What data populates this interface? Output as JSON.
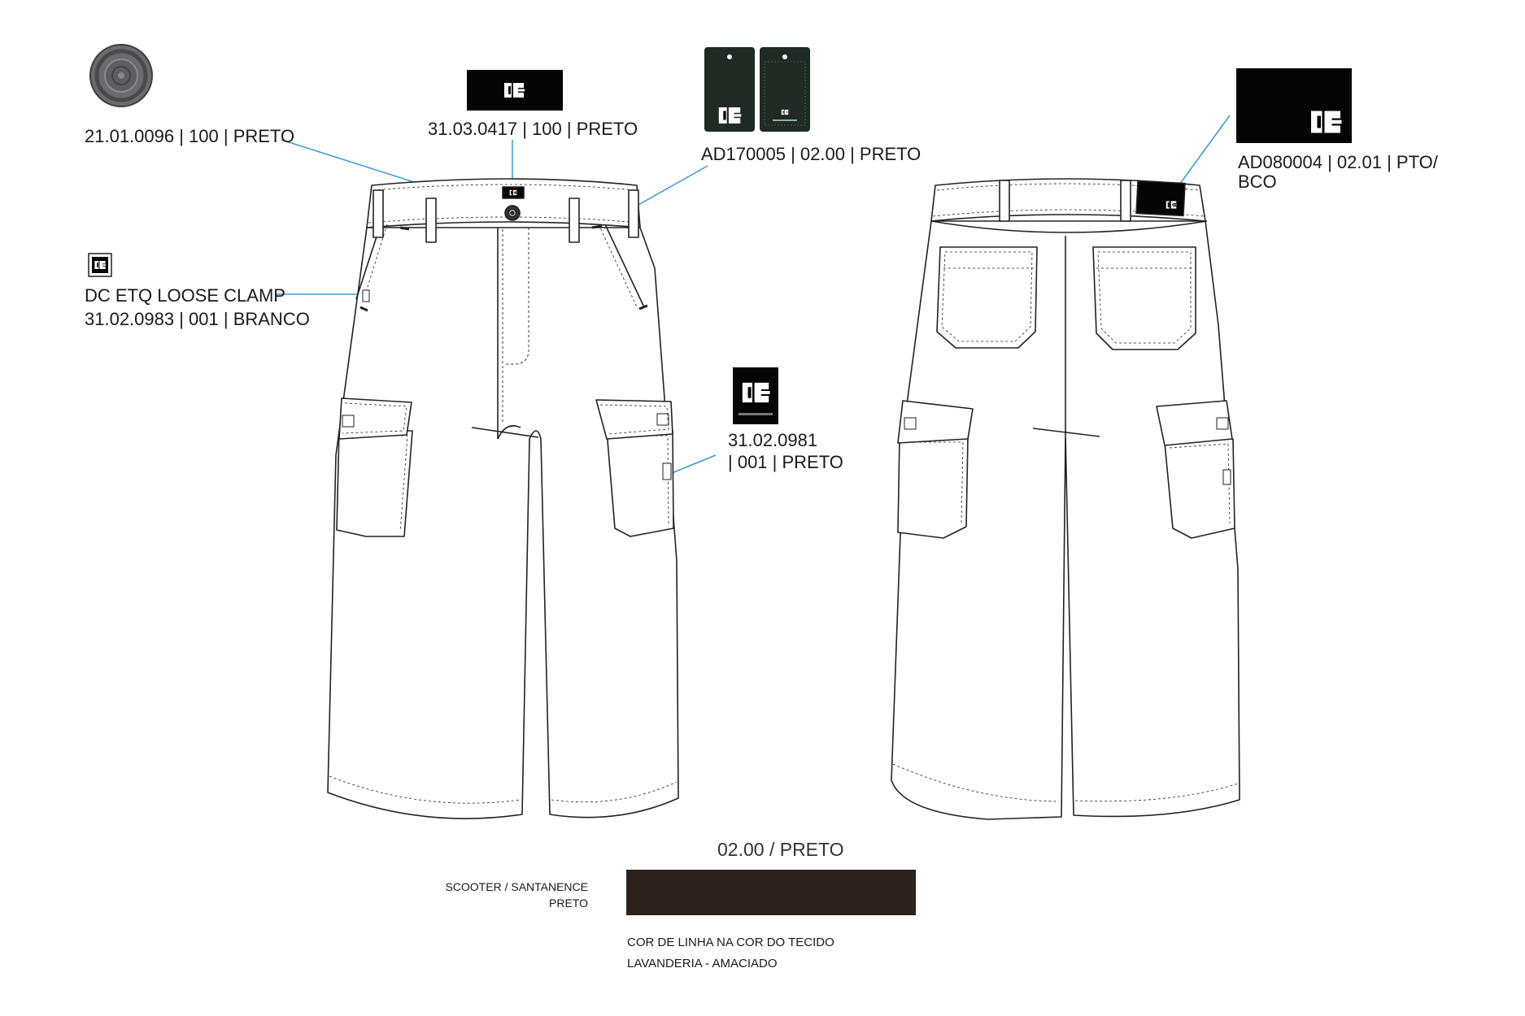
{
  "trims": {
    "button_label": "21.01.0096 | 100 | PRETO",
    "waist_label": "31.03.0417 | 100 | PRETO",
    "hangtag_label": "AD170005 | 02.00 | PRETO",
    "leather_label_line1": "AD080004 | 02.01 | PTO/",
    "leather_label_line2": "BCO",
    "clamp_label_line1": "DC ETQ LOOSE CLAMP",
    "clamp_label_line2": "31.02.0983 | 001 | BRANCO",
    "pocket_label_line1": "31.02.0981",
    "pocket_label_line2": "| 001 | PRETO"
  },
  "colorway": {
    "title": "02.00 / PRETO",
    "fabric_line1": "SCOOTER / SANTANENCE",
    "fabric_line2": "PRETO",
    "note_line1": "COR DE LINHA NA COR DO TECIDO",
    "note_line2": "LAVANDERIA - AMACIADO",
    "swatch_color": "#2b221c"
  },
  "colors": {
    "callout": "#3a9ad6",
    "outline": "#222222",
    "hangtag": "#1f2a24",
    "black": "#050505"
  },
  "icons": {
    "logo": "dc-logo-icon",
    "button": "metal-button-icon"
  }
}
